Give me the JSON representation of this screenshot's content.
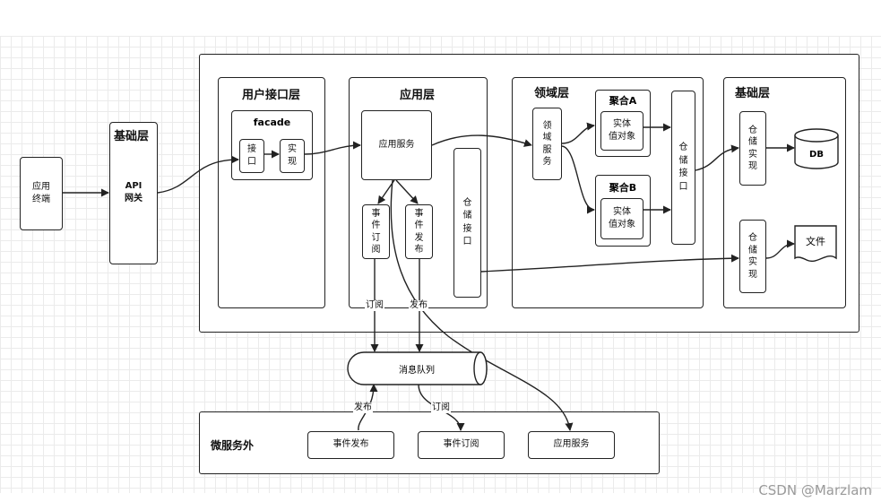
{
  "client": {
    "label": "应用\n终端"
  },
  "gateway_layer": {
    "title": "基础层",
    "gateway": "API\n网关"
  },
  "user_interface_layer": {
    "title": "用户接口层",
    "facade": "facade",
    "interface": "接\n口",
    "impl": "实\n现"
  },
  "application_layer": {
    "title": "应用层",
    "service": "应用服务",
    "event_subscribe": "事\n件\n订\n阅",
    "event_publish": "事\n件\n发\n布",
    "repository_interface": "仓\n储\n接\n口"
  },
  "domain_layer": {
    "title": "领域层",
    "domain_service": "领\n域\n服\n务",
    "aggregate_a": {
      "title": "聚合A",
      "entity": "实体\n值对象"
    },
    "aggregate_b": {
      "title": "聚合B",
      "entity": "实体\n值对象"
    },
    "repository_interface": "仓\n储\n接\n口"
  },
  "infrastructure_layer": {
    "title": "基础层",
    "repo_impl_db": "仓\n储\n实\n现",
    "db": "DB",
    "repo_impl_file": "仓\n储\n实\n现",
    "file": "文件"
  },
  "message_queue": {
    "label": "消息队列"
  },
  "connector_labels": {
    "subscribe_top": "订阅",
    "publish_top": "发布",
    "publish_bottom": "发布",
    "subscribe_bottom": "订阅"
  },
  "external": {
    "title": "微服务外",
    "event_publish": "事件发布",
    "event_subscribe": "事件订阅",
    "app_service": "应用服务"
  },
  "watermark": "CSDN @Marzlam"
}
